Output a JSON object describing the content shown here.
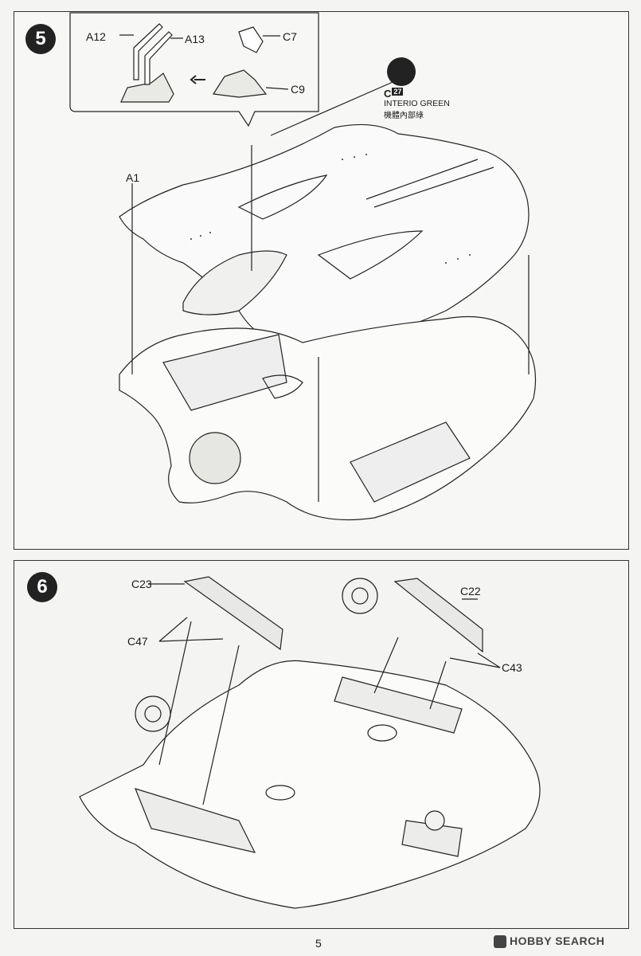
{
  "steps": [
    {
      "number": "5",
      "parts": {
        "a12": "A12",
        "a13": "A13",
        "c7": "C7",
        "c9": "C9",
        "a1": "A1"
      },
      "paint": {
        "letter": "C",
        "code": "27",
        "name": "INTERIO GREEN",
        "name_cn": "機體內部綠"
      }
    },
    {
      "number": "6",
      "parts": {
        "c23": "C23",
        "c22": "C22",
        "c47": "C47",
        "c43": "C43"
      }
    }
  ],
  "page_number": "5",
  "watermark": "HOBBY SEARCH"
}
